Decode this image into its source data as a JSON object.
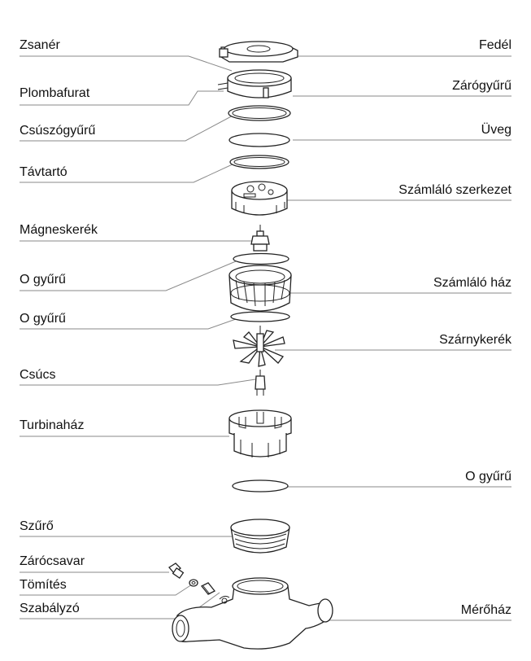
{
  "labels": {
    "left": [
      "Zsanér",
      "Plombafurat",
      "Csúszógyűrű",
      "Távtartó",
      "Mágneskerék",
      "O gyűrű",
      "O gyűrű",
      "Csúcs",
      "Turbinaház",
      "Szűrő",
      "Zárócsavar",
      "Tömítés",
      "Szabályzó"
    ],
    "right": [
      "Fedél",
      "Zárógyűrű",
      "Üveg",
      "Számláló szerkezet",
      "Számláló ház",
      "Szárnykerék",
      "O gyűrű",
      "Mérőház"
    ]
  }
}
